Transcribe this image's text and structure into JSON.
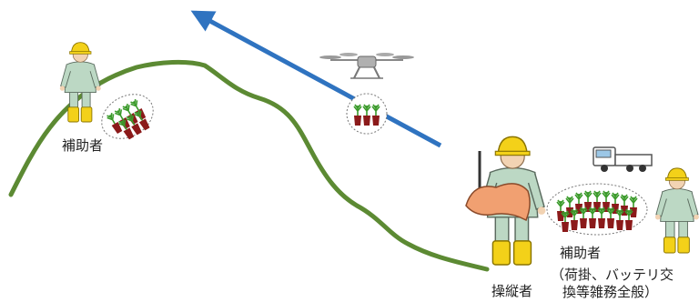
{
  "labels": {
    "assistant_top": "補助者",
    "operator": "操縦者",
    "assistant_right": "補助者",
    "assistant_right_note_line1": "（荷掛、バッテリ交",
    "assistant_right_note_line2": "換等雑務全般）"
  },
  "colors": {
    "terrain": "#5c8a33",
    "arrow": "#2f73c0",
    "suit": "#bcd8c4",
    "helmet": "#f3d119",
    "boots": "#f3d119",
    "seedling_leaf": "#3a9a2a",
    "seedling_pot": "#8b1a1a",
    "controller": "#f1a071"
  },
  "icons": [
    "drone-icon",
    "truck-icon",
    "worker-icon",
    "seedling-cluster-icon",
    "flight-direction-arrow"
  ]
}
